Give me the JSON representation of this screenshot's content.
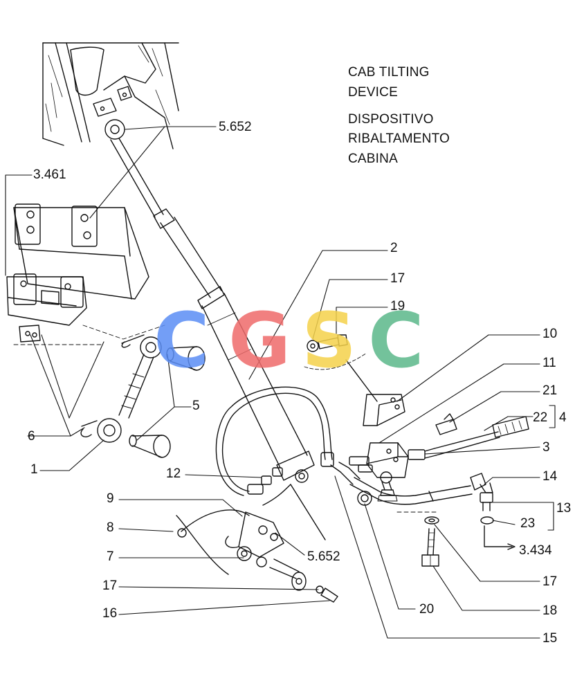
{
  "title_en": [
    "CAB TILTING",
    "DEVICE"
  ],
  "title_it": [
    "DISPOSITIVO",
    "RIBALTAMENTO",
    "CABINA"
  ],
  "watermark": {
    "letters": [
      "C",
      "G",
      "S",
      "C"
    ],
    "colors": [
      "#5b8ef5",
      "#ef6b6b",
      "#f5d24b",
      "#5bb88a"
    ]
  },
  "callouts": {
    "ref_5652_top": "5.652",
    "ref_3461": "3.461",
    "c2": "2",
    "c17_top": "17",
    "c19": "19",
    "c10": "10",
    "c11": "11",
    "c21": "21",
    "c22": "22",
    "c4": "4",
    "c3": "3",
    "c5": "5",
    "c6": "6",
    "c1": "1",
    "c12": "12",
    "c14": "14",
    "c13": "13",
    "c23": "23",
    "ref_3434": "3.434",
    "c9": "9",
    "c8": "8",
    "c7": "7",
    "ref_5652_bottom": "5.652",
    "c17_mid": "17",
    "c17_bottom": "17",
    "c16": "16",
    "c20": "20",
    "c18": "18",
    "c15": "15"
  }
}
